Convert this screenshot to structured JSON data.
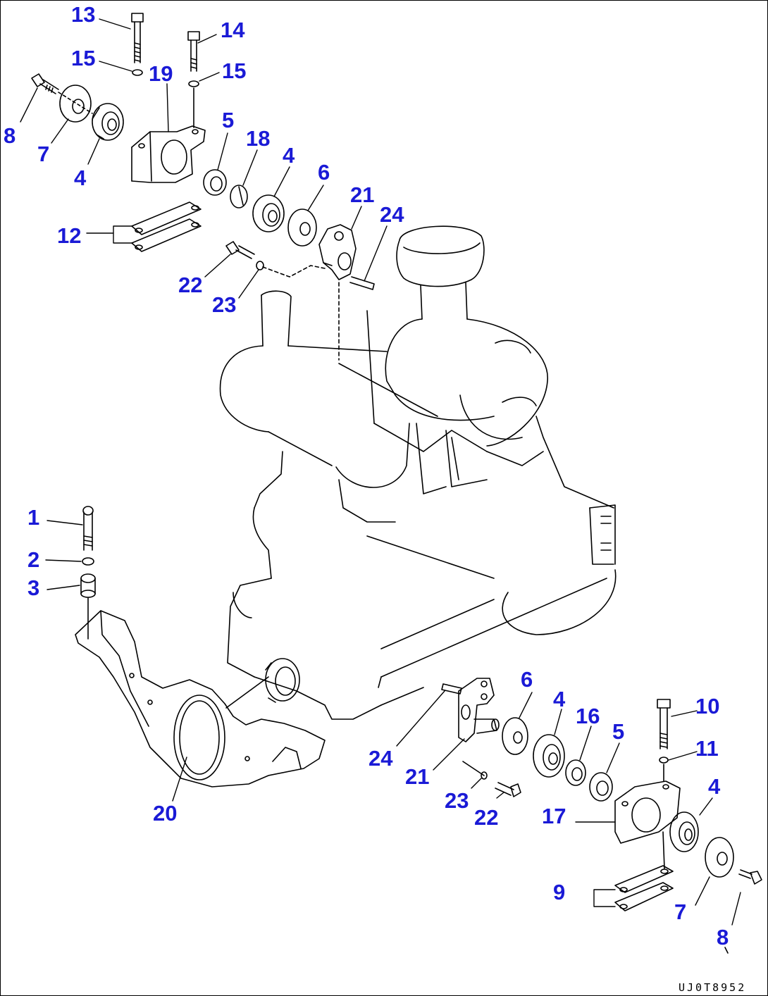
{
  "colors": {
    "callout": "#1a1ad6",
    "line": "#000000",
    "background": "#ffffff"
  },
  "drawing_code": "UJ0T8952",
  "callouts": [
    {
      "id": "c13a",
      "text": "13"
    },
    {
      "id": "c14a",
      "text": "14"
    },
    {
      "id": "c15a",
      "text": "15"
    },
    {
      "id": "c19",
      "text": "19"
    },
    {
      "id": "c15b",
      "text": "15"
    },
    {
      "id": "c8a",
      "text": "8"
    },
    {
      "id": "c7a",
      "text": "7"
    },
    {
      "id": "c4a",
      "text": "4"
    },
    {
      "id": "c5a",
      "text": "5"
    },
    {
      "id": "c18",
      "text": "18"
    },
    {
      "id": "c4b",
      "text": "4"
    },
    {
      "id": "c6a",
      "text": "6"
    },
    {
      "id": "c21a",
      "text": "21"
    },
    {
      "id": "c24a",
      "text": "24"
    },
    {
      "id": "c12",
      "text": "12"
    },
    {
      "id": "c22a",
      "text": "22"
    },
    {
      "id": "c23a",
      "text": "23"
    },
    {
      "id": "c1",
      "text": "1"
    },
    {
      "id": "c2",
      "text": "2"
    },
    {
      "id": "c3",
      "text": "3"
    },
    {
      "id": "c20",
      "text": "20"
    },
    {
      "id": "c6b",
      "text": "6"
    },
    {
      "id": "c4c",
      "text": "4"
    },
    {
      "id": "c16",
      "text": "16"
    },
    {
      "id": "c5b",
      "text": "5"
    },
    {
      "id": "c10",
      "text": "10"
    },
    {
      "id": "c11",
      "text": "11"
    },
    {
      "id": "c24b",
      "text": "24"
    },
    {
      "id": "c21b",
      "text": "21"
    },
    {
      "id": "c23b",
      "text": "23"
    },
    {
      "id": "c22b",
      "text": "22"
    },
    {
      "id": "c17",
      "text": "17"
    },
    {
      "id": "c4d",
      "text": "4"
    },
    {
      "id": "c9",
      "text": "9"
    },
    {
      "id": "c7b",
      "text": "7"
    },
    {
      "id": "c8b",
      "text": "8"
    }
  ]
}
